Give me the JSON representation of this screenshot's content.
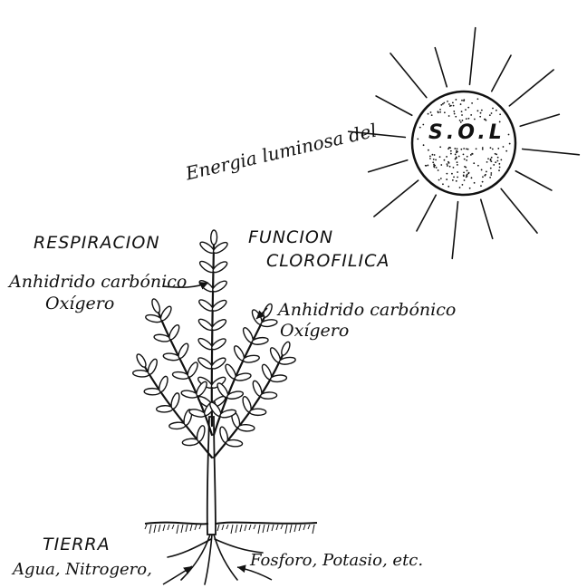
{
  "labels": {
    "sun": "S.O.L",
    "light_energy": "Energia luminosa del",
    "respiration": "RESPIRACION",
    "chlorophyll_1": "FUNCION",
    "chlorophyll_2": "CLOROFILICA",
    "left_gas_1": "Anhidrido carbónico",
    "left_gas_2": "Oxígero",
    "right_gas_1": "Anhidrido carbónico",
    "right_gas_2": "Oxígero",
    "soil": "TIERRA",
    "nutrients_left": "Agua, Nitrogero,",
    "nutrients_right": "Fosforo, Potasio, etc."
  },
  "colors": {
    "ink": "#111111",
    "background": "#ffffff"
  }
}
